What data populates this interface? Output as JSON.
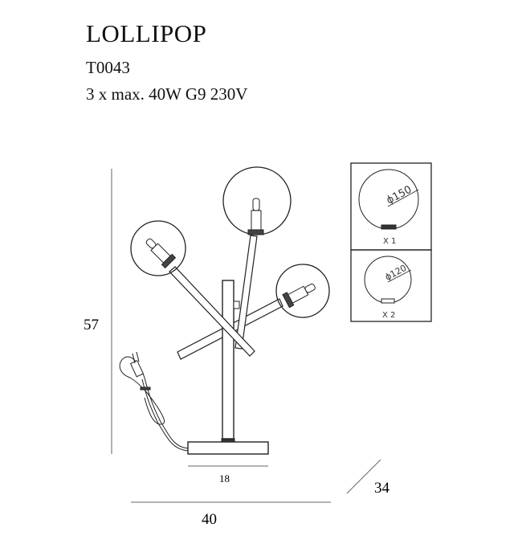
{
  "product": {
    "name": "LOLLIPOP",
    "code": "T0043",
    "spec": "3 x max. 40W G9  230V"
  },
  "dimensions": {
    "height": "57",
    "base_diameter": "18",
    "width": "40",
    "depth": "34"
  },
  "globes": [
    {
      "diameter": "ϕ150",
      "quantity": "X 1"
    },
    {
      "diameter": "ϕ120",
      "quantity": "X 2"
    }
  ]
}
